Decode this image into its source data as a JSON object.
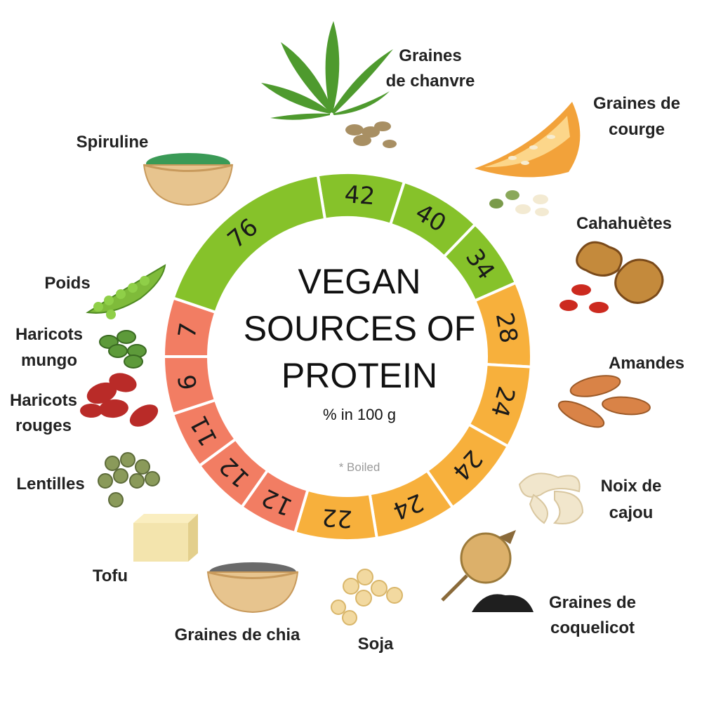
{
  "title": [
    "VEGAN",
    "SOURCES OF",
    "PROTEIN"
  ],
  "unit": "% in 100 g",
  "note": "* Boiled",
  "colors": {
    "high": "#86c22a",
    "mid": "#f7b03c",
    "low": "#f27d63",
    "divider": "#ffffff"
  },
  "chart_data": {
    "type": "pie",
    "title": "VEGAN SOURCES OF PROTEIN",
    "unit": "% in 100 g",
    "note": "* Boiled",
    "segments": [
      {
        "label": "Graines de chanvre",
        "value": 42,
        "group": "high",
        "icon": "hemp-icon"
      },
      {
        "label": "Graines de courge",
        "value": 40,
        "group": "high",
        "icon": "pumpkin-icon"
      },
      {
        "label": "Cahahuètes",
        "value": 34,
        "group": "high",
        "icon": "peanut-icon"
      },
      {
        "label": "Amandes",
        "value": 28,
        "group": "mid",
        "icon": "almond-icon"
      },
      {
        "label": "Noix de cajou",
        "value": 24,
        "group": "mid",
        "icon": "cashew-icon"
      },
      {
        "label": "Graines de coquelicot",
        "value": 24,
        "group": "mid",
        "icon": "poppy-icon"
      },
      {
        "label": "Soja",
        "value": 24,
        "group": "mid",
        "icon": "soy-icon"
      },
      {
        "label": "Graines de chia",
        "value": 22,
        "group": "mid",
        "icon": "chia-icon"
      },
      {
        "label": "Tofu",
        "value": 12,
        "group": "low",
        "icon": "tofu-icon"
      },
      {
        "label": "Lentilles",
        "value": 12,
        "group": "low",
        "icon": "lentil-icon"
      },
      {
        "label": "Haricots rouges",
        "value": 11,
        "group": "low",
        "icon": "kidney-bean-icon"
      },
      {
        "label": "Haricots mungo",
        "value": 6,
        "group": "low",
        "icon": "mung-bean-icon"
      },
      {
        "label": "Poids",
        "value": 7,
        "group": "low",
        "icon": "pea-icon"
      },
      {
        "label": "Spiruline",
        "value": 76,
        "group": "high",
        "icon": "spirulina-icon"
      }
    ]
  }
}
